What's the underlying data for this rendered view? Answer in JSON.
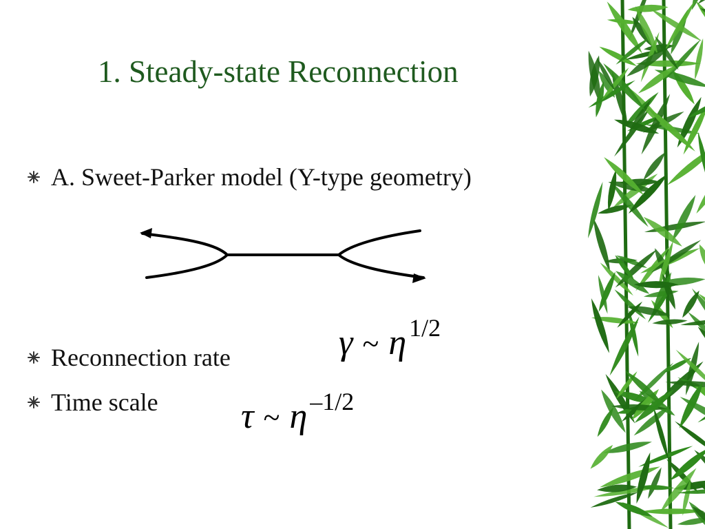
{
  "title": "1.  Steady-state Reconnection",
  "bullets": [
    {
      "text": "A. Sweet-Parker model (Y-type geometry)"
    },
    {
      "text": "Reconnection rate"
    },
    {
      "text": "Time scale"
    }
  ],
  "equations": {
    "rate": {
      "lhs": "γ",
      "op": "~",
      "base": "η",
      "exponent": "1/2"
    },
    "time": {
      "lhs": "τ",
      "op": "~",
      "base": "η",
      "exponent": "–1/2"
    }
  },
  "colors": {
    "title": "#1f5a1f",
    "text": "#111111",
    "bamboo_dark": "#1f6b12",
    "bamboo_mid": "#2f8a1c",
    "bamboo_light": "#55b030"
  },
  "icons": {
    "bullet": "asterisk-bullet-icon",
    "decoration": "bamboo-leaves"
  }
}
